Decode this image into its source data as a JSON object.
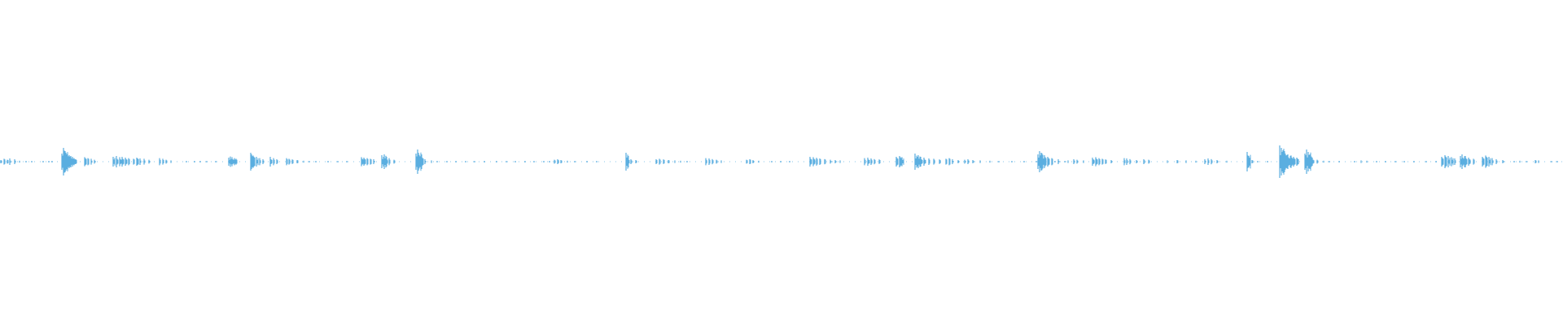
{
  "waveform": {
    "color": "#5aaee0",
    "background": "#ffffff",
    "samples": [
      [
        0.0,
        0.1
      ],
      [
        0.002,
        0.18
      ],
      [
        0.004,
        0.12
      ],
      [
        0.006,
        0.2
      ],
      [
        0.009,
        0.15
      ],
      [
        0.012,
        0.06
      ],
      [
        0.016,
        0.04
      ],
      [
        0.02,
        0.03
      ],
      [
        0.027,
        0.02
      ],
      [
        0.031,
        0.03
      ],
      [
        0.033,
        0.02
      ],
      [
        0.039,
        0.5
      ],
      [
        0.04,
        0.85
      ],
      [
        0.041,
        0.65
      ],
      [
        0.042,
        0.55
      ],
      [
        0.043,
        0.48
      ],
      [
        0.044,
        0.4
      ],
      [
        0.045,
        0.35
      ],
      [
        0.046,
        0.3
      ],
      [
        0.047,
        0.22
      ],
      [
        0.048,
        0.15
      ],
      [
        0.054,
        0.28
      ],
      [
        0.056,
        0.22
      ],
      [
        0.058,
        0.18
      ],
      [
        0.06,
        0.12
      ],
      [
        0.072,
        0.3
      ],
      [
        0.074,
        0.35
      ],
      [
        0.076,
        0.28
      ],
      [
        0.078,
        0.3
      ],
      [
        0.08,
        0.25
      ],
      [
        0.082,
        0.22
      ],
      [
        0.085,
        0.18
      ],
      [
        0.087,
        0.25
      ],
      [
        0.089,
        0.2
      ],
      [
        0.092,
        0.18
      ],
      [
        0.095,
        0.12
      ],
      [
        0.102,
        0.22
      ],
      [
        0.104,
        0.18
      ],
      [
        0.106,
        0.12
      ],
      [
        0.109,
        0.08
      ],
      [
        0.119,
        0.03
      ],
      [
        0.124,
        0.03
      ],
      [
        0.128,
        0.02
      ],
      [
        0.132,
        0.03
      ],
      [
        0.138,
        0.02
      ],
      [
        0.146,
        0.25
      ],
      [
        0.147,
        0.32
      ],
      [
        0.148,
        0.28
      ],
      [
        0.15,
        0.22
      ],
      [
        0.151,
        0.18
      ],
      [
        0.16,
        0.55
      ],
      [
        0.161,
        0.45
      ],
      [
        0.162,
        0.38
      ],
      [
        0.164,
        0.3
      ],
      [
        0.166,
        0.22
      ],
      [
        0.168,
        0.15
      ],
      [
        0.173,
        0.3
      ],
      [
        0.175,
        0.22
      ],
      [
        0.177,
        0.15
      ],
      [
        0.183,
        0.22
      ],
      [
        0.185,
        0.18
      ],
      [
        0.187,
        0.14
      ],
      [
        0.19,
        0.1
      ],
      [
        0.194,
        0.06
      ],
      [
        0.198,
        0.05
      ],
      [
        0.202,
        0.04
      ],
      [
        0.21,
        0.03
      ],
      [
        0.216,
        0.02
      ],
      [
        0.222,
        0.03
      ],
      [
        0.231,
        0.28
      ],
      [
        0.233,
        0.25
      ],
      [
        0.235,
        0.22
      ],
      [
        0.237,
        0.18
      ],
      [
        0.239,
        0.15
      ],
      [
        0.244,
        0.4
      ],
      [
        0.246,
        0.45
      ],
      [
        0.247,
        0.35
      ],
      [
        0.249,
        0.22
      ],
      [
        0.252,
        0.12
      ],
      [
        0.266,
        0.5
      ],
      [
        0.267,
        0.75
      ],
      [
        0.268,
        0.55
      ],
      [
        0.27,
        0.3
      ],
      [
        0.272,
        0.15
      ],
      [
        0.276,
        0.08
      ],
      [
        0.28,
        0.05
      ],
      [
        0.286,
        0.04
      ],
      [
        0.292,
        0.04
      ],
      [
        0.298,
        0.03
      ],
      [
        0.304,
        0.04
      ],
      [
        0.31,
        0.03
      ],
      [
        0.318,
        0.03
      ],
      [
        0.324,
        0.04
      ],
      [
        0.33,
        0.03
      ],
      [
        0.336,
        0.03
      ],
      [
        0.342,
        0.04
      ],
      [
        0.348,
        0.04
      ],
      [
        0.352,
        0.05
      ],
      [
        0.355,
        0.12
      ],
      [
        0.357,
        0.15
      ],
      [
        0.359,
        0.1
      ],
      [
        0.363,
        0.06
      ],
      [
        0.368,
        0.04
      ],
      [
        0.376,
        0.02
      ],
      [
        0.382,
        0.02
      ],
      [
        0.401,
        0.55
      ],
      [
        0.402,
        0.3
      ],
      [
        0.404,
        0.15
      ],
      [
        0.407,
        0.1
      ],
      [
        0.42,
        0.15
      ],
      [
        0.422,
        0.18
      ],
      [
        0.425,
        0.14
      ],
      [
        0.428,
        0.1
      ],
      [
        0.432,
        0.08
      ],
      [
        0.436,
        0.06
      ],
      [
        0.44,
        0.05
      ],
      [
        0.452,
        0.22
      ],
      [
        0.454,
        0.2
      ],
      [
        0.456,
        0.16
      ],
      [
        0.459,
        0.12
      ],
      [
        0.462,
        0.08
      ],
      [
        0.478,
        0.12
      ],
      [
        0.48,
        0.15
      ],
      [
        0.482,
        0.1
      ],
      [
        0.486,
        0.06
      ],
      [
        0.494,
        0.03
      ],
      [
        0.5,
        0.03
      ],
      [
        0.506,
        0.02
      ],
      [
        0.519,
        0.3
      ],
      [
        0.521,
        0.28
      ],
      [
        0.523,
        0.24
      ],
      [
        0.525,
        0.2
      ],
      [
        0.528,
        0.16
      ],
      [
        0.532,
        0.12
      ],
      [
        0.535,
        0.1
      ],
      [
        0.538,
        0.08
      ],
      [
        0.554,
        0.22
      ],
      [
        0.556,
        0.25
      ],
      [
        0.558,
        0.2
      ],
      [
        0.56,
        0.16
      ],
      [
        0.563,
        0.14
      ],
      [
        0.574,
        0.3
      ],
      [
        0.576,
        0.35
      ],
      [
        0.578,
        0.28
      ],
      [
        0.586,
        0.5
      ],
      [
        0.588,
        0.4
      ],
      [
        0.59,
        0.3
      ],
      [
        0.592,
        0.25
      ],
      [
        0.595,
        0.2
      ],
      [
        0.598,
        0.18
      ],
      [
        0.602,
        0.14
      ],
      [
        0.606,
        0.18
      ],
      [
        0.608,
        0.22
      ],
      [
        0.61,
        0.15
      ],
      [
        0.614,
        0.1
      ],
      [
        0.618,
        0.12
      ],
      [
        0.62,
        0.15
      ],
      [
        0.623,
        0.1
      ],
      [
        0.628,
        0.08
      ],
      [
        0.634,
        0.06
      ],
      [
        0.64,
        0.05
      ],
      [
        0.648,
        0.04
      ],
      [
        0.656,
        0.03
      ],
      [
        0.664,
        0.03
      ],
      [
        0.67,
        0.02
      ],
      [
        0.676,
        0.03
      ],
      [
        0.682,
        0.03
      ],
      [
        0.665,
        0.45
      ],
      [
        0.666,
        0.65
      ],
      [
        0.667,
        0.55
      ],
      [
        0.669,
        0.4
      ],
      [
        0.671,
        0.3
      ],
      [
        0.674,
        0.22
      ],
      [
        0.678,
        0.15
      ],
      [
        0.684,
        0.08
      ],
      [
        0.688,
        0.15
      ],
      [
        0.69,
        0.12
      ],
      [
        0.694,
        0.08
      ],
      [
        0.7,
        0.25
      ],
      [
        0.702,
        0.28
      ],
      [
        0.704,
        0.22
      ],
      [
        0.706,
        0.18
      ],
      [
        0.708,
        0.14
      ],
      [
        0.712,
        0.1
      ],
      [
        0.72,
        0.22
      ],
      [
        0.722,
        0.2
      ],
      [
        0.724,
        0.16
      ],
      [
        0.728,
        0.1
      ],
      [
        0.733,
        0.15
      ],
      [
        0.736,
        0.12
      ],
      [
        0.748,
        0.08
      ],
      [
        0.754,
        0.1
      ],
      [
        0.76,
        0.08
      ],
      [
        0.766,
        0.06
      ],
      [
        0.772,
        0.15
      ],
      [
        0.774,
        0.2
      ],
      [
        0.776,
        0.16
      ],
      [
        0.78,
        0.1
      ],
      [
        0.786,
        0.06
      ],
      [
        0.799,
        0.6
      ],
      [
        0.8,
        0.35
      ],
      [
        0.802,
        0.1
      ],
      [
        0.806,
        0.03
      ],
      [
        0.812,
        0.03
      ],
      [
        0.82,
        1.0
      ],
      [
        0.821,
        0.85
      ],
      [
        0.822,
        0.7
      ],
      [
        0.823,
        0.55
      ],
      [
        0.825,
        0.45
      ],
      [
        0.827,
        0.38
      ],
      [
        0.829,
        0.3
      ],
      [
        0.831,
        0.25
      ],
      [
        0.836,
        0.5
      ],
      [
        0.837,
        0.75
      ],
      [
        0.838,
        0.6
      ],
      [
        0.839,
        0.4
      ],
      [
        0.841,
        0.25
      ],
      [
        0.844,
        0.12
      ],
      [
        0.848,
        0.06
      ],
      [
        0.852,
        0.04
      ],
      [
        0.858,
        0.03
      ],
      [
        0.868,
        0.05
      ],
      [
        0.872,
        0.08
      ],
      [
        0.876,
        0.06
      ],
      [
        0.882,
        0.05
      ],
      [
        0.888,
        0.04
      ],
      [
        0.894,
        0.04
      ],
      [
        0.9,
        0.03
      ],
      [
        0.906,
        0.03
      ],
      [
        0.914,
        0.02
      ],
      [
        0.92,
        0.02
      ],
      [
        0.924,
        0.3
      ],
      [
        0.926,
        0.4
      ],
      [
        0.928,
        0.35
      ],
      [
        0.93,
        0.28
      ],
      [
        0.932,
        0.2
      ],
      [
        0.936,
        0.35
      ],
      [
        0.937,
        0.45
      ],
      [
        0.939,
        0.35
      ],
      [
        0.941,
        0.25
      ],
      [
        0.944,
        0.18
      ],
      [
        0.95,
        0.3
      ],
      [
        0.952,
        0.38
      ],
      [
        0.954,
        0.3
      ],
      [
        0.956,
        0.22
      ],
      [
        0.959,
        0.15
      ],
      [
        0.963,
        0.1
      ],
      [
        0.97,
        0.05
      ],
      [
        0.974,
        0.06
      ],
      [
        0.978,
        0.05
      ],
      [
        0.984,
        0.1
      ],
      [
        0.986,
        0.08
      ],
      [
        0.994,
        0.02
      ],
      [
        0.998,
        0.05
      ]
    ]
  }
}
